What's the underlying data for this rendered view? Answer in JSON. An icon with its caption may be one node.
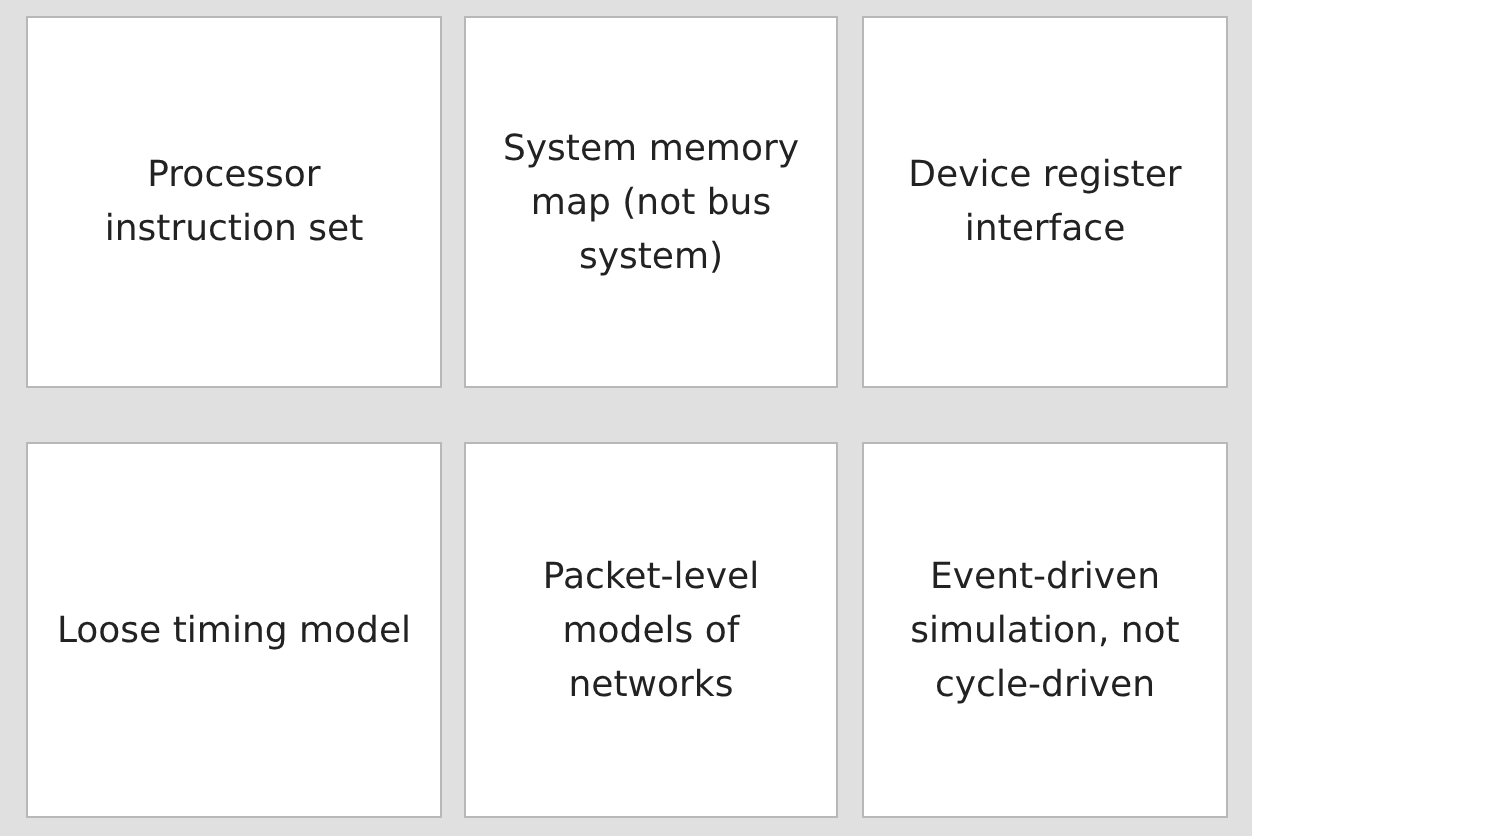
{
  "diagram": {
    "nodes": [
      {
        "text": [
          "Processor instruction set"
        ]
      },
      {
        "text": [
          "System memory map (not bus system)"
        ]
      },
      {
        "text": [
          "Device register interface"
        ]
      },
      {
        "text": [
          "Loose timing model"
        ]
      },
      {
        "text": [
          "Packet-level models of networks"
        ]
      },
      {
        "text": [
          "Event-driven simulation, not cycle-driven"
        ]
      }
    ]
  }
}
